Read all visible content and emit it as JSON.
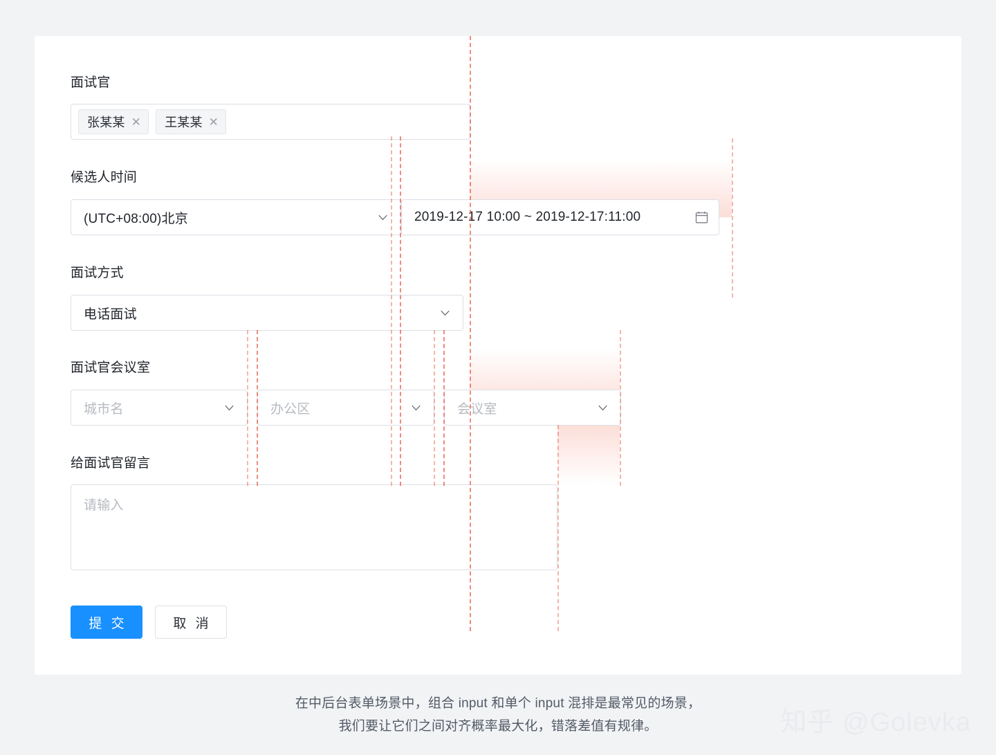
{
  "theme": {
    "page_background": "#f2f3f5",
    "card_background": "#ffffff",
    "primary_color": "#1890ff",
    "guide_color": "#e8503a",
    "border_color": "#dcdfe6",
    "text_color": "#1f2329",
    "placeholder_color": "#b6bac0"
  },
  "form": {
    "interviewer": {
      "label": "面试官",
      "tags": [
        {
          "name": "张某某",
          "remove_icon": "✕"
        },
        {
          "name": "王某某",
          "remove_icon": "✕"
        }
      ]
    },
    "candidate_time": {
      "label": "候选人时间",
      "timezone_value": "(UTC+08:00)北京",
      "range_value": "2019-12-17 10:00 ~ 2019-12-17:11:00"
    },
    "interview_method": {
      "label": "面试方式",
      "value": "电话面试"
    },
    "meeting_room": {
      "label": "面试官会议室",
      "city_placeholder": "城市名",
      "office_placeholder": "办公区",
      "room_placeholder": "会议室"
    },
    "note": {
      "label": "给面试官留言",
      "placeholder": "请输入"
    },
    "actions": {
      "submit_label": "提 交",
      "cancel_label": "取 消"
    }
  },
  "caption": {
    "line1": "在中后台表单场景中，组合 input 和单个 input 混排是最常见的场景，",
    "line2": "我们要让它们之间对齐概率最大化，错落差值有规律。"
  },
  "watermark": {
    "text": "知乎 @Golevka"
  }
}
